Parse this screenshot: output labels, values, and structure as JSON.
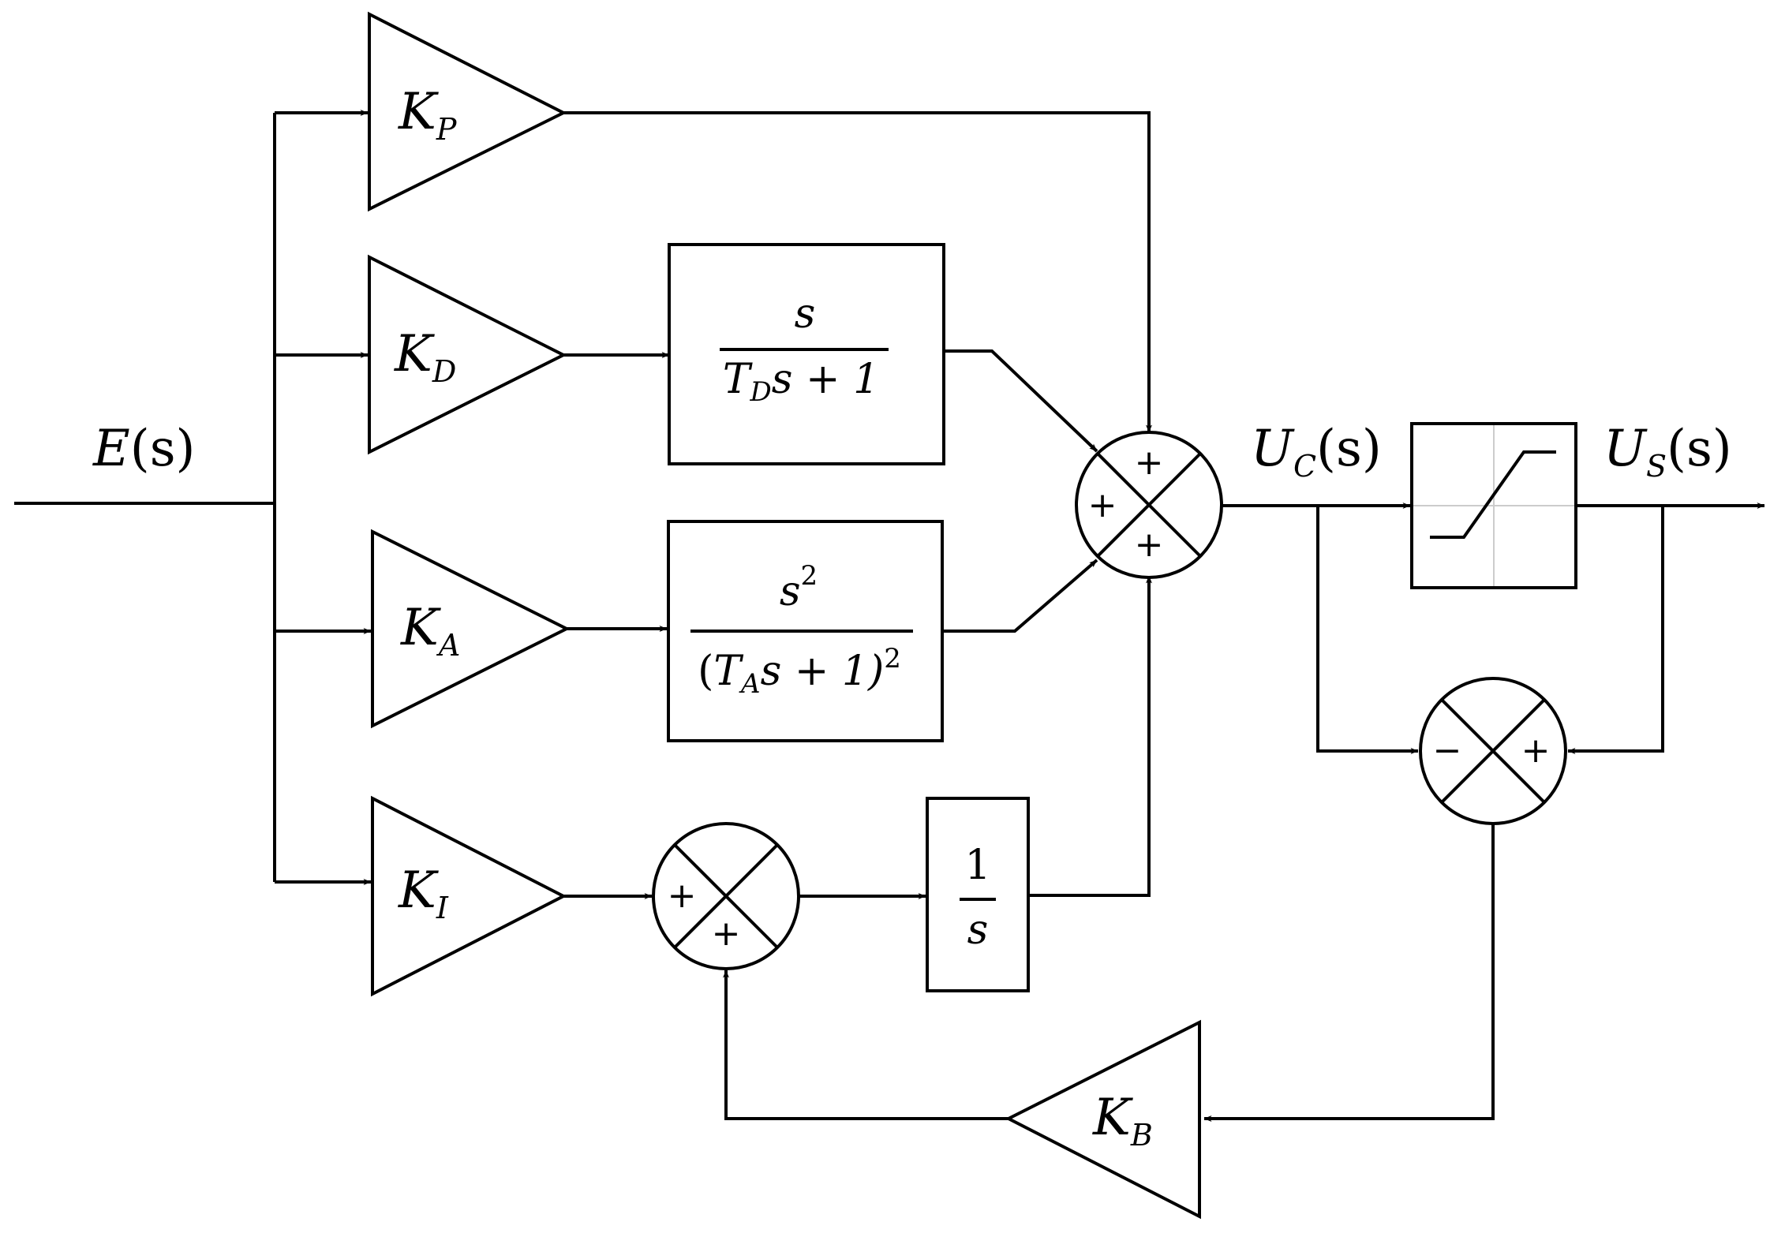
{
  "signals": {
    "input": {
      "main": "E",
      "arg": "(s)"
    },
    "control": {
      "main": "U",
      "sub": "C",
      "arg": "(s)"
    },
    "saturated": {
      "main": "U",
      "sub": "S",
      "arg": "(s)"
    }
  },
  "gains": {
    "kp": {
      "main": "K",
      "sub": "P"
    },
    "kd": {
      "main": "K",
      "sub": "D"
    },
    "ka": {
      "main": "K",
      "sub": "A"
    },
    "ki": {
      "main": "K",
      "sub": "I"
    },
    "kb": {
      "main": "K",
      "sub": "B"
    }
  },
  "blocks": {
    "derivative": {
      "numerator": "s",
      "denominator": {
        "t": "T",
        "sub": "D",
        "rest": "s + 1"
      }
    },
    "acceleration": {
      "numerator": {
        "base": "s",
        "exp": "2"
      },
      "denominator": {
        "open": "(",
        "t": "T",
        "sub": "A",
        "rest": "s + 1)",
        "exp": "2"
      }
    },
    "integrator": {
      "numerator": "1",
      "denominator": "s"
    }
  },
  "summing_junctions": {
    "main": {
      "top": "+",
      "left": "+",
      "bottom": "+"
    },
    "integrator": {
      "left": "+",
      "bottom": "+"
    },
    "antiwindup": {
      "left": "−",
      "right": "+"
    }
  },
  "saturation": {
    "icon": "saturation-curve-icon"
  }
}
